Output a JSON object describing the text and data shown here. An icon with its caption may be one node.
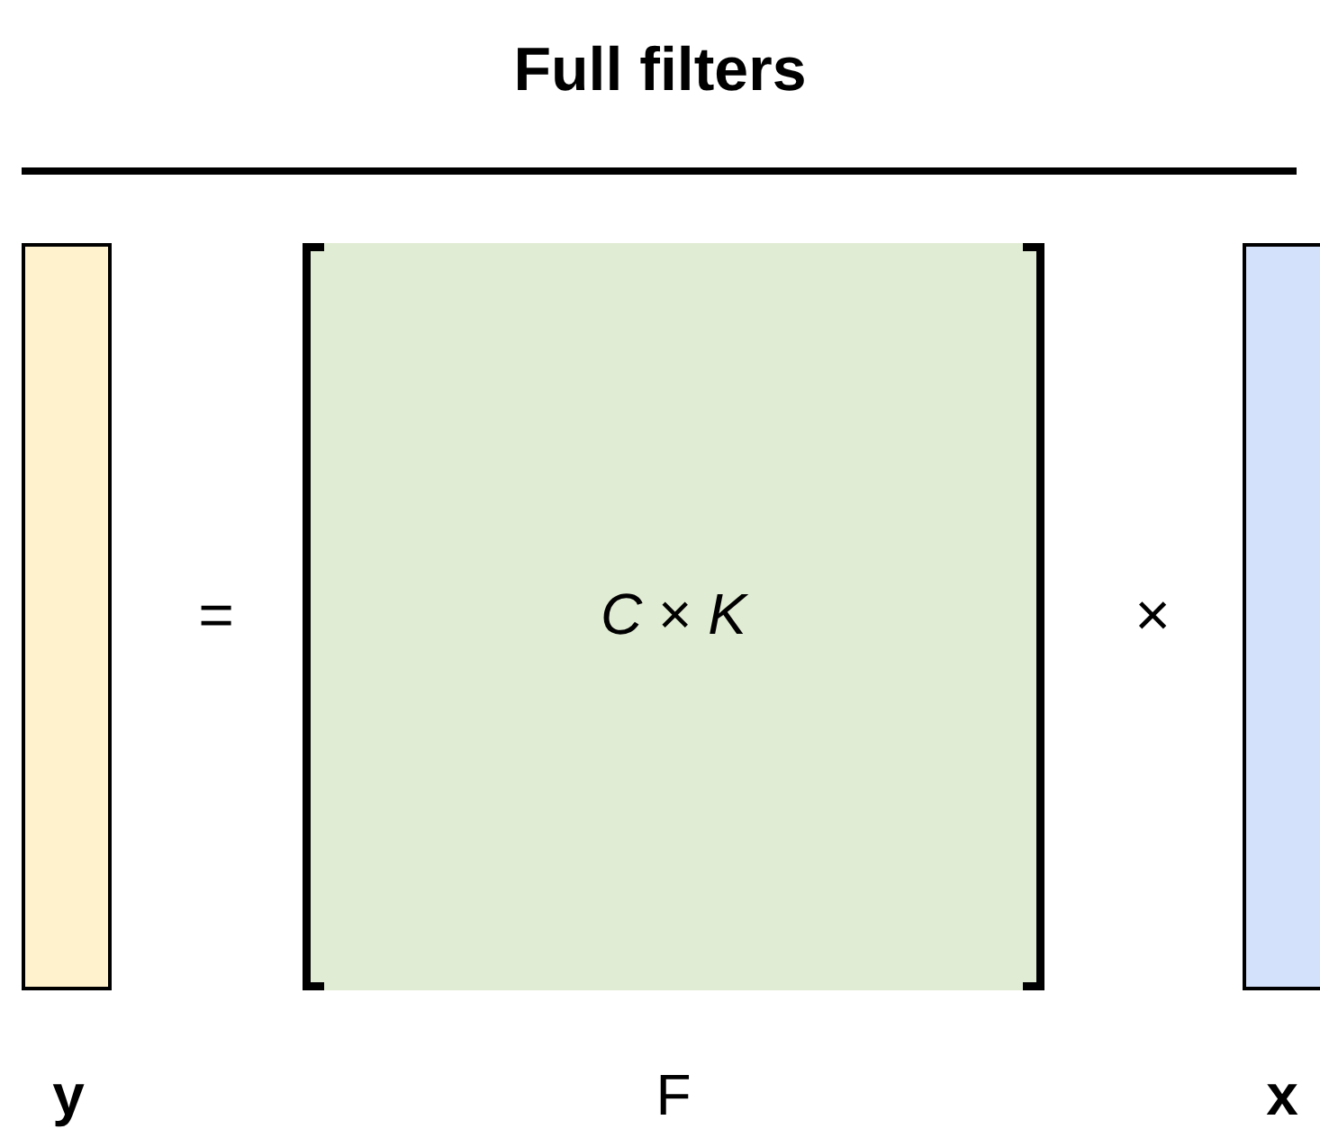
{
  "diagram": {
    "title": "Full filters",
    "nodes": [
      {
        "text": [],
        "shape": "bar",
        "beside": [
          "y"
        ]
      },
      {
        "text": [
          "*C* × *K*"
        ],
        "beside": [
          "F"
        ]
      },
      {
        "text": [],
        "shape": "bar",
        "beside": [
          "x"
        ]
      }
    ],
    "labels": [
      "=",
      "×"
    ]
  }
}
